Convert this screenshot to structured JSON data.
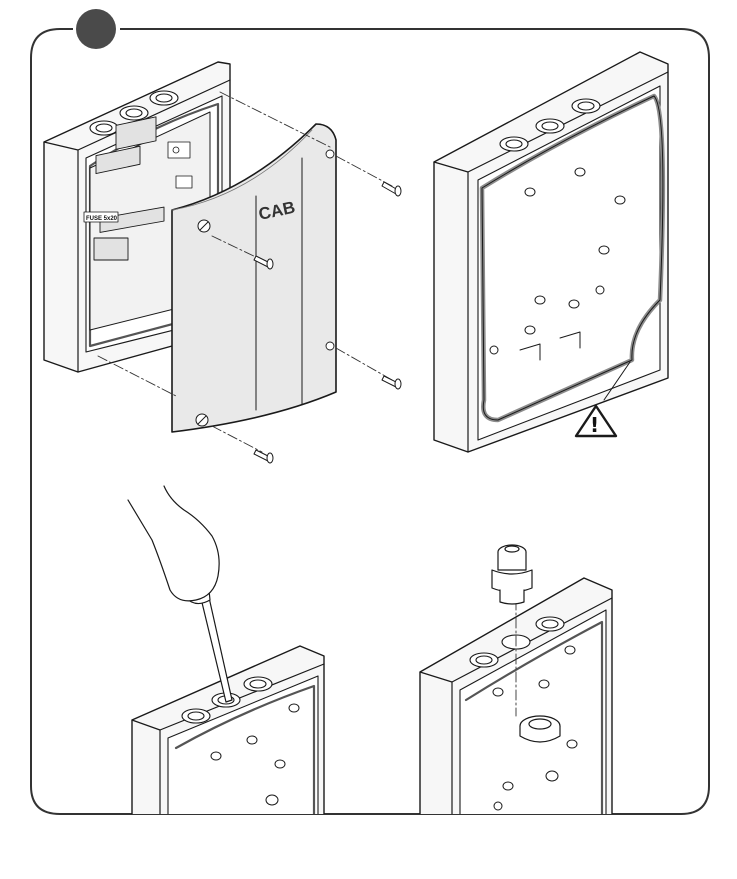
{
  "panel": {
    "step_marker": "filled-circle",
    "brand_label": "CAB",
    "fuse_label": "FUSE 5x20",
    "warning_mark": "!"
  },
  "icons": [
    "screw-icon",
    "warning-triangle-icon",
    "screwdriver-icon",
    "cable-gland-icon",
    "lock-nut-icon"
  ],
  "colors": {
    "stroke": "#1a1a1a",
    "panel_border": "#333333",
    "marker_fill": "#4a4a4a",
    "cover_fill": "#e9e9e9",
    "body_fill": "#f7f7f7",
    "seal_fill": "#bdbdbd"
  }
}
